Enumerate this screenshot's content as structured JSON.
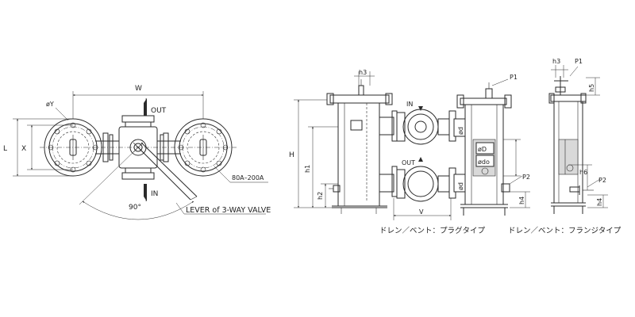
{
  "plan_view": {
    "dim_w": "W",
    "dim_l": "L",
    "dim_x": "X",
    "dim_y": "øY",
    "out_label": "OUT",
    "in_label": "IN",
    "size_range": "80A–200A",
    "angle": "90°",
    "lever_caption": "LEVER of 3-WAY VALVE"
  },
  "side_view": {
    "dim_h": "H",
    "dim_h1": "h1",
    "dim_h2": "h2",
    "dim_h3": "h3",
    "dim_v": "V",
    "dim_d_in": "ød",
    "dim_d_out": "ød",
    "in_label": "IN",
    "out_label": "OUT"
  },
  "plug_detail": {
    "dim_p1": "P1",
    "dim_p2": "P2",
    "dim_h4": "h4",
    "dim_bigd": "øD",
    "dim_do": "ødo",
    "caption": "ドレン／ベント：プラグタイプ"
  },
  "flange_detail": {
    "dim_h3": "h3",
    "dim_p1": "P1",
    "dim_h5": "h5",
    "dim_h6": "h6",
    "dim_p2": "P2",
    "dim_h4": "h4",
    "caption": "ドレン／ベント：フランジタイプ"
  }
}
